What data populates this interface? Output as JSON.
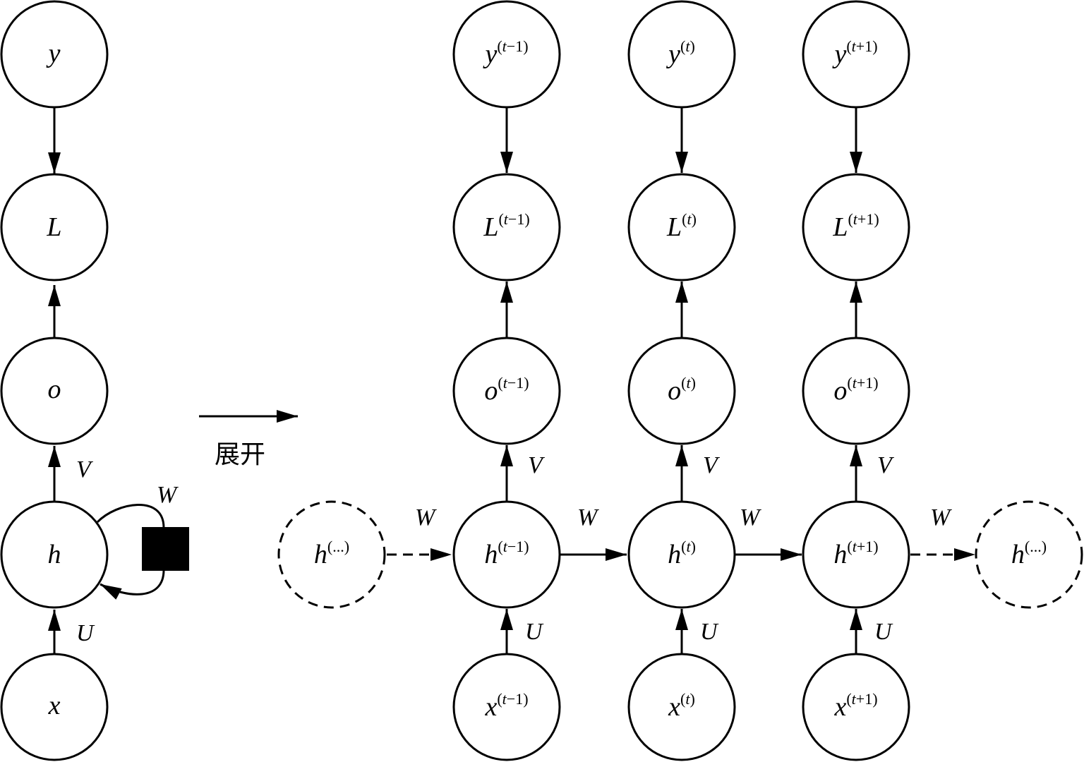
{
  "folded": {
    "nodes": {
      "y": "y",
      "L": "L",
      "o": "o",
      "h": "h",
      "x": "x"
    },
    "edge_labels": {
      "V": "V",
      "U": "U",
      "W": "W"
    }
  },
  "unfold_label": "展开",
  "unrolled": {
    "columns": [
      {
        "step": "t−1",
        "y": "y",
        "L": "L",
        "o": "o",
        "h": "h",
        "x": "x",
        "V": "V",
        "U": "U"
      },
      {
        "step": "t",
        "y": "y",
        "L": "L",
        "o": "o",
        "h": "h",
        "x": "x",
        "V": "V",
        "U": "U"
      },
      {
        "step": "t+1",
        "y": "y",
        "L": "L",
        "o": "o",
        "h": "h",
        "x": "x",
        "V": "V",
        "U": "U"
      }
    ],
    "ellipsis_nodes": {
      "left": {
        "base": "h",
        "sup": "(...)"
      },
      "right": {
        "base": "h",
        "sup": "(...)"
      }
    },
    "recurrent_labels": [
      "W",
      "W",
      "W",
      "W"
    ]
  },
  "colors": {
    "stroke": "#000000",
    "background": "#ffffff",
    "delay_box": "#000000"
  }
}
